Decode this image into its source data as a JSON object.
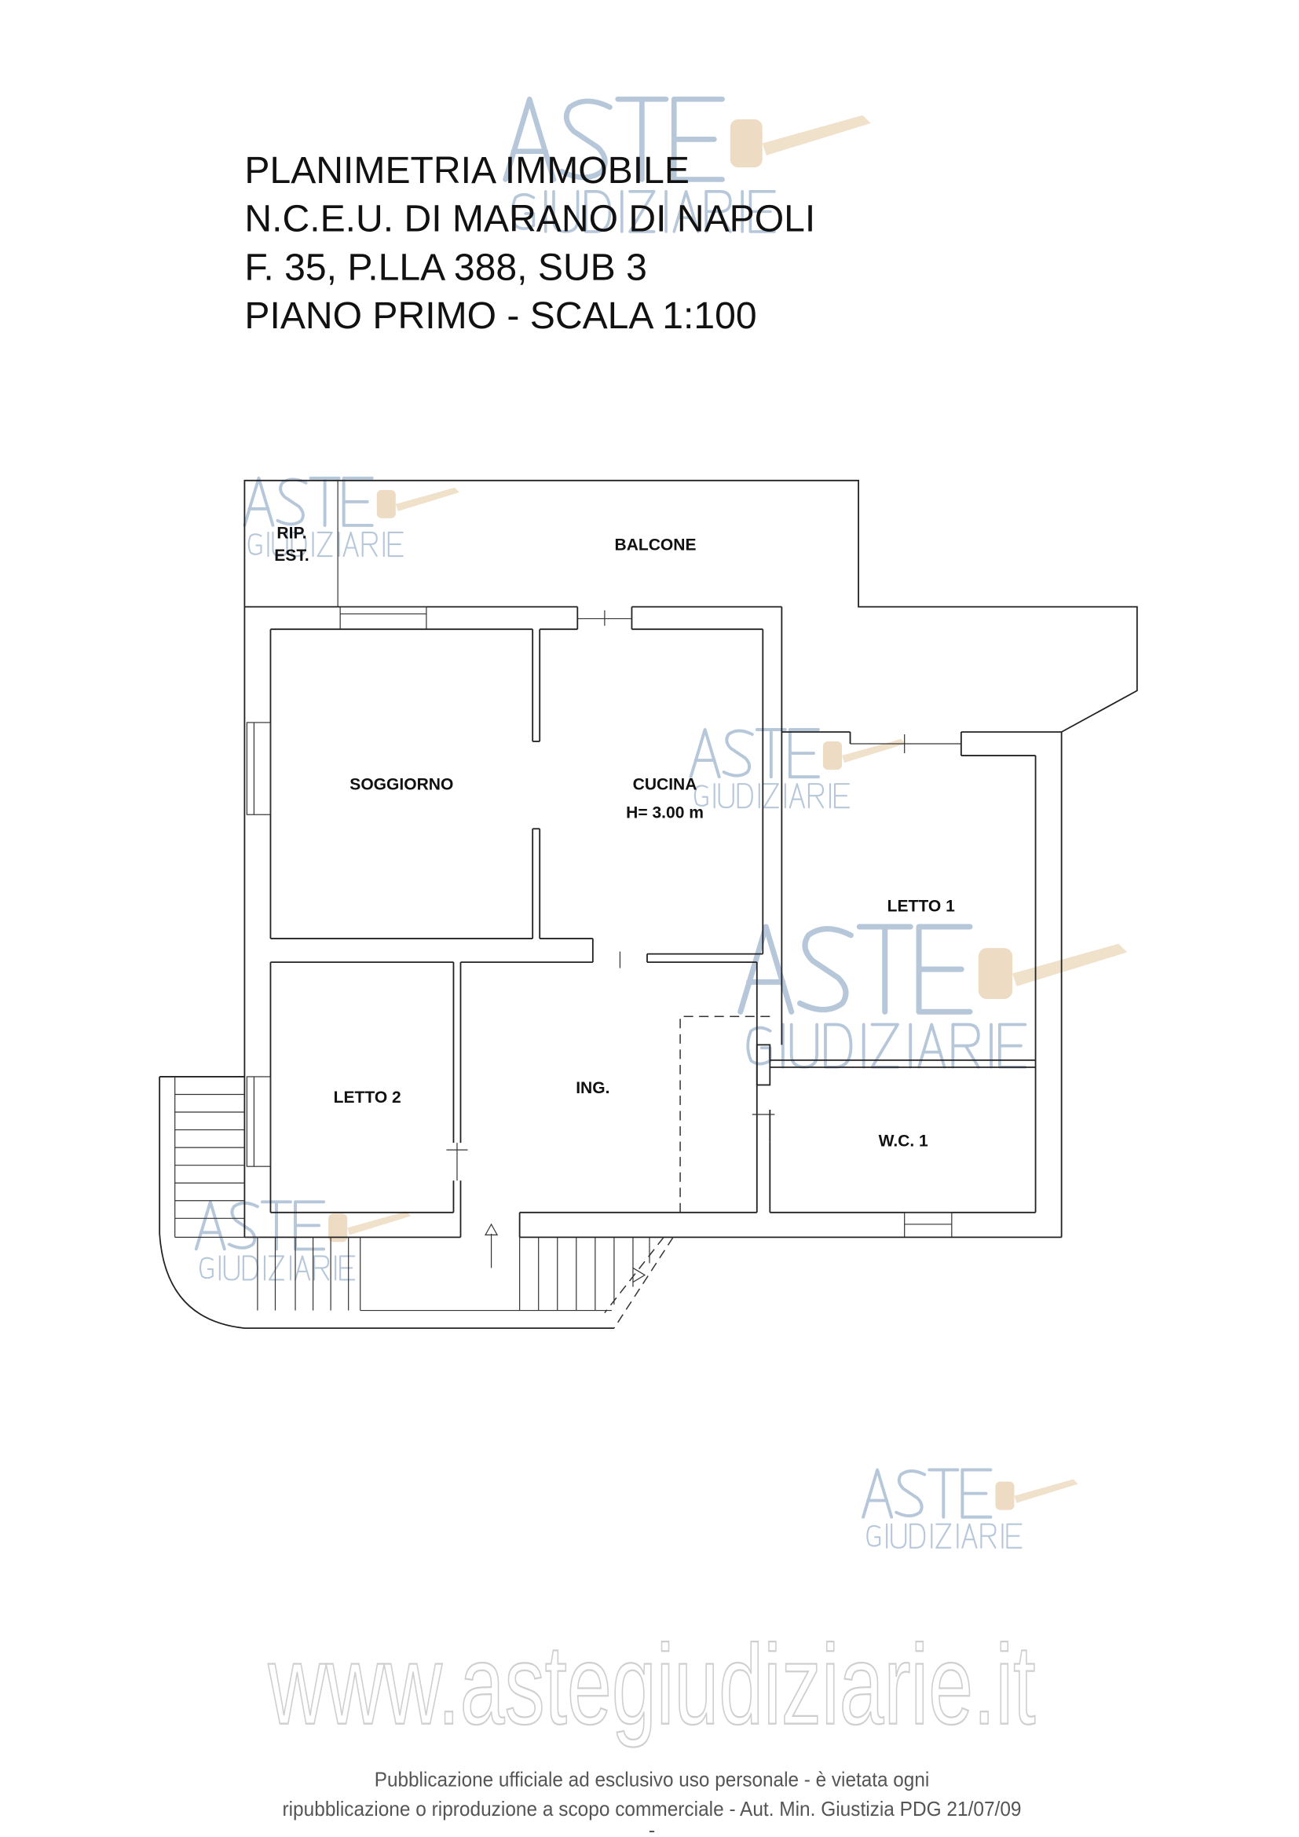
{
  "title": {
    "lines": [
      "PLANIMETRIA IMMOBILE",
      "N.C.E.U. DI MARANO DI NAPOLI",
      "F. 35, P.LLA 388, SUB 3",
      "PIANO PRIMO - SCALA 1:100"
    ]
  },
  "plan": {
    "rooms": {
      "rip": "RIP.",
      "est": "EST.",
      "balcone": "BALCONE",
      "soggiorno": "SOGGIORNO",
      "cucina": "CUCINA",
      "cucina_height": "H= 3.00 m",
      "letto1": "LETTO 1",
      "letto2": "LETTO 2",
      "ingresso": "ING.",
      "wc1": "W.C. 1"
    }
  },
  "watermark": {
    "line1": "ASTE",
    "line2": "GIUDIZIARIE",
    "url": "www.astegiudiziarie.it",
    "colors": {
      "text": "#aebfd4",
      "gavel": "#e8d2b4"
    }
  },
  "footer": {
    "line1": "Pubblicazione ufficiale ad esclusivo uso personale - è vietata ogni",
    "line2": "ripubblicazione o riproduzione a scopo commerciale - Aut. Min. Giustizia PDG 21/07/09",
    "line3": "-"
  }
}
